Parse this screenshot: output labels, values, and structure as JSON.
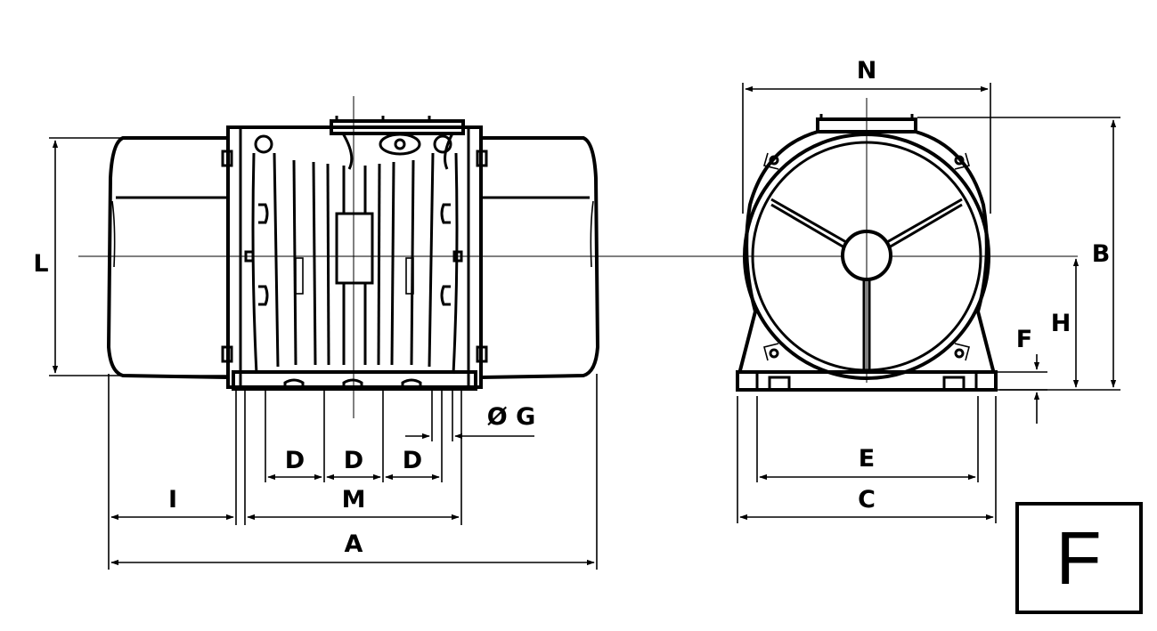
{
  "labels": {
    "N": "N",
    "L": "L",
    "B": "B",
    "H": "H",
    "F": "F",
    "G": "Ø G",
    "D1": "D",
    "D2": "D",
    "D3": "D",
    "M": "M",
    "I": "I",
    "A": "A",
    "E": "E",
    "C": "C"
  },
  "mounting_type": "F"
}
